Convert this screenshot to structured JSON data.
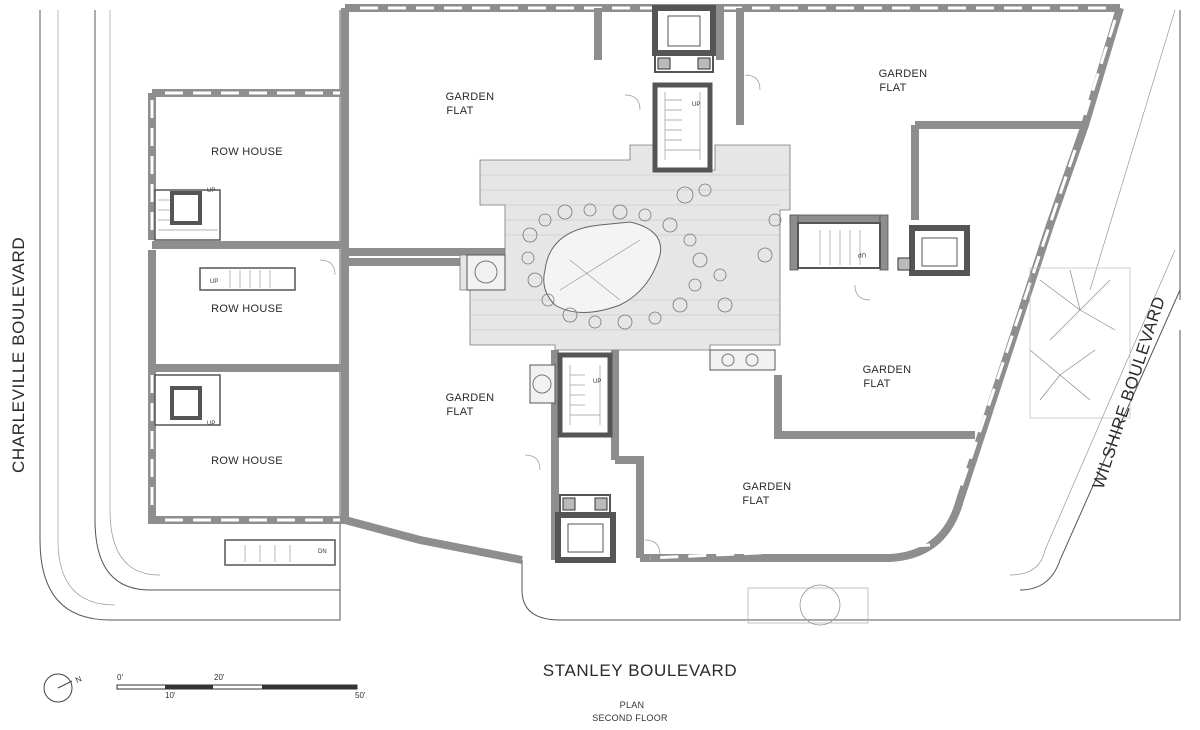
{
  "rooms": {
    "garden_flat_nw": [
      "GARDEN",
      "FLAT"
    ],
    "garden_flat_ne": [
      "GARDEN",
      "FLAT"
    ],
    "garden_flat_e": [
      "GARDEN",
      "FLAT"
    ],
    "garden_flat_w": [
      "GARDEN",
      "FLAT"
    ],
    "garden_flat_se": [
      "GARDEN",
      "FLAT"
    ],
    "row_house_1": "ROW HOUSE",
    "row_house_2": "ROW HOUSE",
    "row_house_3": "ROW HOUSE"
  },
  "streets": {
    "west": "CHARLEVILLE BOULEVARD",
    "east": "WILSHIRE BOULEVARD",
    "south": "STANLEY BOULEVARD"
  },
  "stair_marks": {
    "up": "UP",
    "dn": "DN"
  },
  "scale_bar": {
    "top_labels": [
      "0'",
      "20'"
    ],
    "bottom_labels": [
      "10'",
      "50'"
    ]
  },
  "north_arrow": "N",
  "caption": {
    "line1": "PLAN",
    "line2": "SECOND FLOOR"
  },
  "colors": {
    "wall": "#8e8e8e",
    "paving": "#e6e6e6",
    "line": "#555555"
  }
}
